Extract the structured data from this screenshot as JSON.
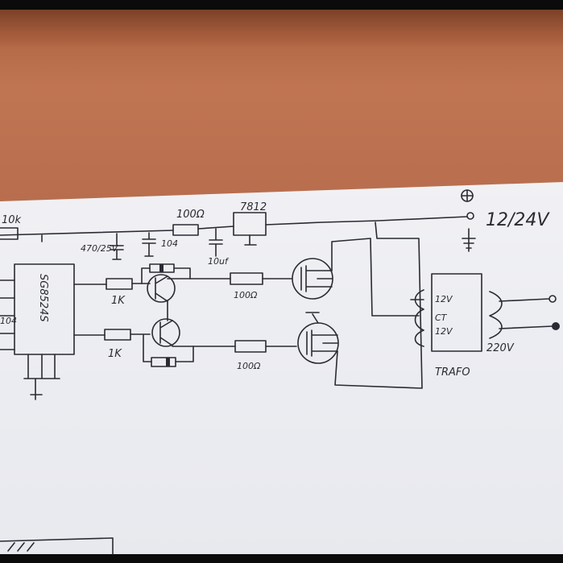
{
  "photo": {
    "subject": "hand-drawn inverter schematic on paper"
  },
  "labels": {
    "r_top_left": "10k",
    "r_top": "100Ω",
    "regulator": "7812",
    "cap_electrolytic": "470/25V",
    "cap_104": "104",
    "cap_10uf": "10uf",
    "supply_voltage": "12/24V",
    "ic_name": "SG8524S",
    "ic_pin_cap": "104",
    "r_base_top": "1K",
    "r_base_bottom": "1K",
    "r_gate_top": "100Ω",
    "r_gate_bottom": "100Ω",
    "transformer_name": "TRAFO",
    "transformer_primary_top": "12V",
    "transformer_center_tap": "CT",
    "transformer_primary_bottom": "12V",
    "transformer_secondary": "220V"
  },
  "colors": {
    "ink": "#2a2a33",
    "paper": "#ecedf2",
    "wall": "#bc7150"
  }
}
